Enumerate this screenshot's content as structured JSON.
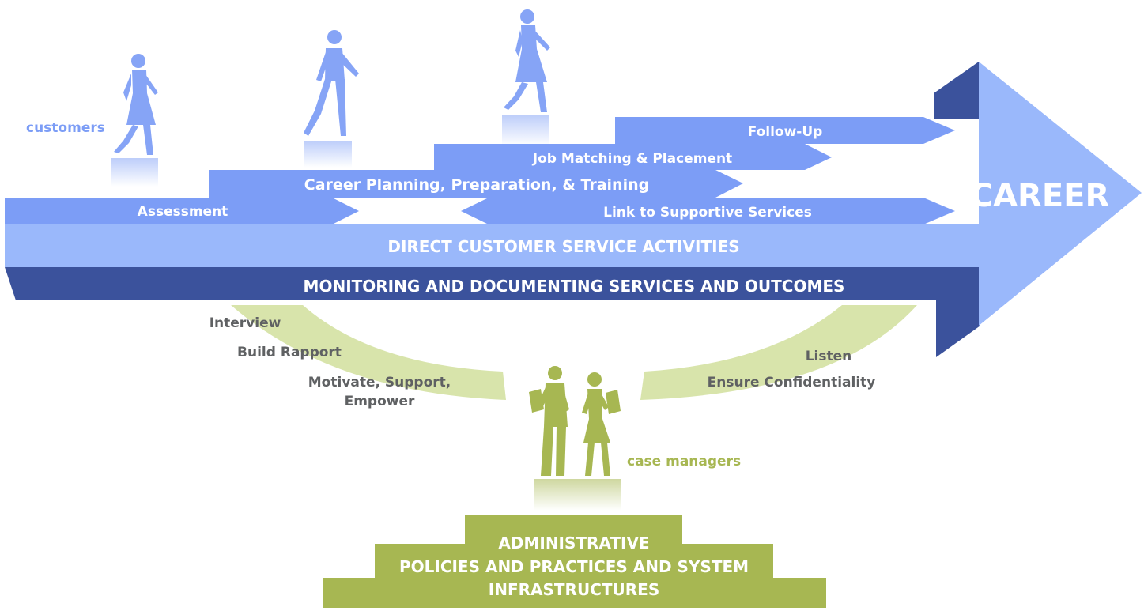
{
  "colors": {
    "arrow_light": "#9ab8fb",
    "step_blue": "#7c9df6",
    "navy": "#3b529c",
    "figure_blue": "#86a4f6",
    "green": "#a7b752",
    "arc_green": "#d8e4ab",
    "gray_text": "#5f6163"
  },
  "labels": {
    "customers": "customers",
    "case_managers": "case managers",
    "career": "CAREER"
  },
  "steps": {
    "assessment": "Assessment",
    "career_planning": "Career Planning, Preparation, & Training",
    "job_matching": "Job Matching & Placement",
    "follow_up": "Follow-Up",
    "link_supportive": "Link to Supportive Services"
  },
  "bands": {
    "direct": "DIRECT CUSTOMER SERVICE ACTIVITIES",
    "monitoring": "MONITORING AND DOCUMENTING SERVICES AND OUTCOMES"
  },
  "skills_left": {
    "interview": "Interview",
    "build_rapport": "Build Rapport",
    "motivate_line1": "Motivate, Support,",
    "motivate_line2": "Empower"
  },
  "skills_right": {
    "listen": "Listen",
    "ensure_confidentiality": "Ensure Confidentiality"
  },
  "base": {
    "line1": "ADMINISTRATIVE",
    "line2": "POLICIES AND PRACTICES AND SYSTEM",
    "line3": "INFRASTRUCTURES"
  }
}
